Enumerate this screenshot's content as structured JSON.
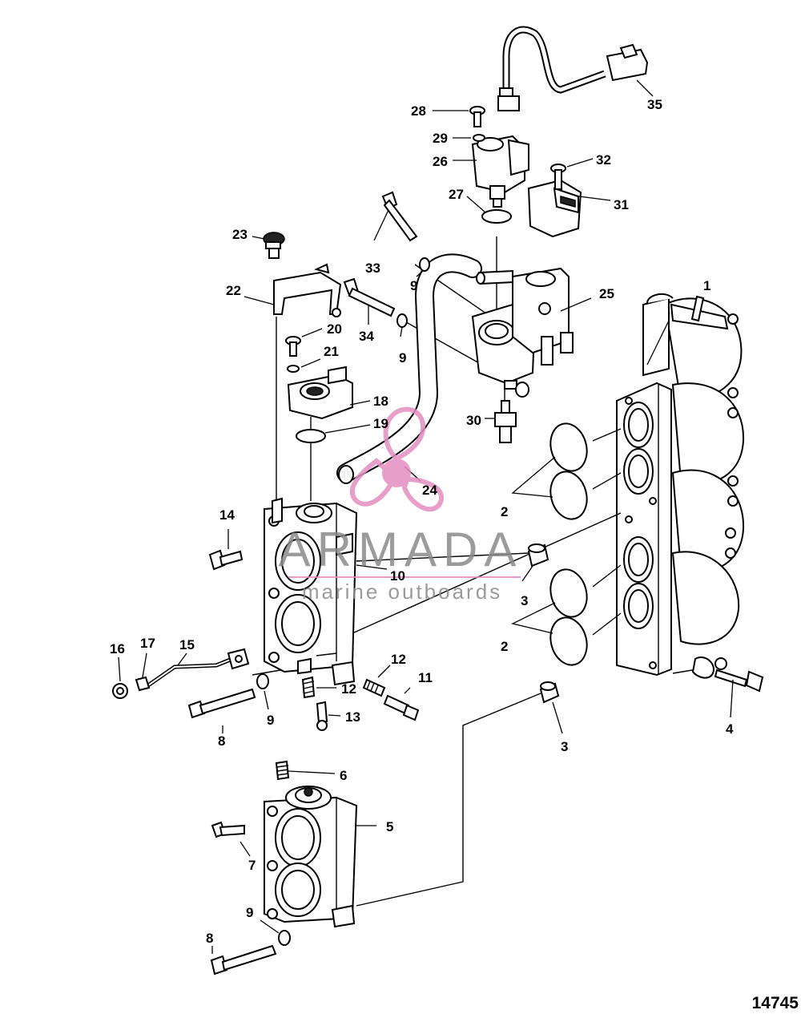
{
  "callouts": [
    {
      "id": "c1",
      "text": "1"
    },
    {
      "id": "c2a",
      "text": "2"
    },
    {
      "id": "c2b",
      "text": "2"
    },
    {
      "id": "c3a",
      "text": "3"
    },
    {
      "id": "c3b",
      "text": "3"
    },
    {
      "id": "c4",
      "text": "4"
    },
    {
      "id": "c5",
      "text": "5"
    },
    {
      "id": "c6",
      "text": "6"
    },
    {
      "id": "c7",
      "text": "7"
    },
    {
      "id": "c8a",
      "text": "8"
    },
    {
      "id": "c8b",
      "text": "8"
    },
    {
      "id": "c9a",
      "text": "9"
    },
    {
      "id": "c9b",
      "text": "9"
    },
    {
      "id": "c9c",
      "text": "9"
    },
    {
      "id": "c9d",
      "text": "9"
    },
    {
      "id": "c10",
      "text": "10"
    },
    {
      "id": "c11",
      "text": "11"
    },
    {
      "id": "c12a",
      "text": "12"
    },
    {
      "id": "c12b",
      "text": "12"
    },
    {
      "id": "c13",
      "text": "13"
    },
    {
      "id": "c14",
      "text": "14"
    },
    {
      "id": "c15",
      "text": "15"
    },
    {
      "id": "c16",
      "text": "16"
    },
    {
      "id": "c17",
      "text": "17"
    },
    {
      "id": "c18",
      "text": "18"
    },
    {
      "id": "c19",
      "text": "19"
    },
    {
      "id": "c20",
      "text": "20"
    },
    {
      "id": "c21",
      "text": "21"
    },
    {
      "id": "c22",
      "text": "22"
    },
    {
      "id": "c23",
      "text": "23"
    },
    {
      "id": "c24",
      "text": "24"
    },
    {
      "id": "c25",
      "text": "25"
    },
    {
      "id": "c26",
      "text": "26"
    },
    {
      "id": "c27",
      "text": "27"
    },
    {
      "id": "c28",
      "text": "28"
    },
    {
      "id": "c29",
      "text": "29"
    },
    {
      "id": "c30",
      "text": "30"
    },
    {
      "id": "c31",
      "text": "31"
    },
    {
      "id": "c32",
      "text": "32"
    },
    {
      "id": "c33",
      "text": "33"
    },
    {
      "id": "c34",
      "text": "34"
    },
    {
      "id": "c35",
      "text": "35"
    }
  ],
  "watermark": {
    "brand": "ARMADA",
    "tagline": "marine outboards",
    "logo_color": "#e38fc0",
    "text_color": "#8a8a8a"
  },
  "figure_number": "14745",
  "colors": {
    "line": "#000000",
    "background": "#ffffff"
  }
}
